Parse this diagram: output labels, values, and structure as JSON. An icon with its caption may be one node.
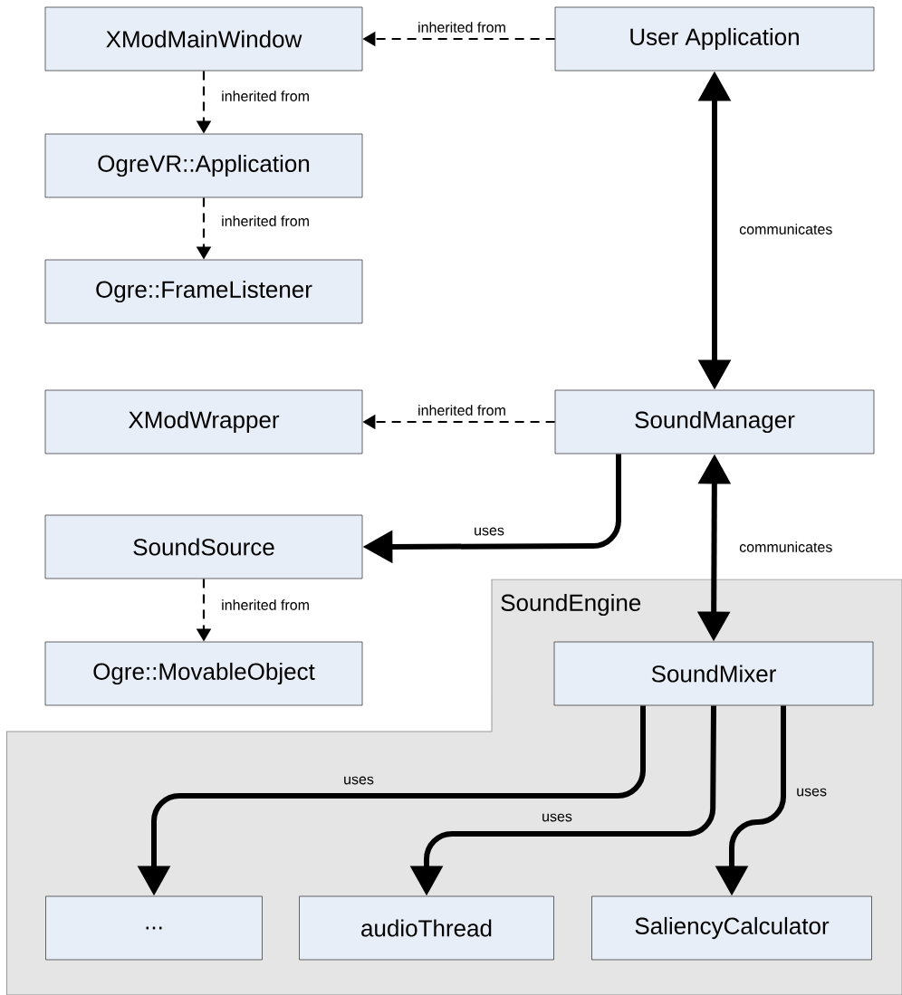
{
  "diagram": {
    "nodes": [
      {
        "text": [
          "XModMainWindow"
        ]
      },
      {
        "text": [
          "User Application"
        ]
      },
      {
        "text": [
          "OgreVR::Application"
        ]
      },
      {
        "text": [
          "Ogre::FrameListener"
        ]
      },
      {
        "text": [
          "XModWrapper"
        ]
      },
      {
        "text": [
          "SoundManager"
        ]
      },
      {
        "text": [
          "SoundSource"
        ]
      },
      {
        "text": [
          "Ogre::MovableObject"
        ]
      },
      {
        "text": [
          "SoundEngine"
        ]
      },
      {
        "text": [
          "SoundMixer"
        ],
        "in": 8
      },
      {
        "text": [
          "..."
        ],
        "in": 8
      },
      {
        "text": [
          "audioThread"
        ],
        "in": 8
      },
      {
        "text": [
          "SaliencyCalculator"
        ],
        "in": 8
      }
    ],
    "edges": [
      {
        "from": 1,
        "to": 0,
        "arrow": "to",
        "label": "inherited from",
        "style": "dashed"
      },
      {
        "from": 0,
        "to": 2,
        "arrow": "to",
        "label": "inherited from",
        "style": "dashed"
      },
      {
        "from": 2,
        "to": 3,
        "arrow": "to",
        "label": "inherited from",
        "style": "dashed"
      },
      {
        "from": 1,
        "to": 5,
        "arrow": "both",
        "label": "communicates"
      },
      {
        "from": 5,
        "to": 4,
        "arrow": "to",
        "label": "inherited from",
        "style": "dashed"
      },
      {
        "from": 5,
        "to": 6,
        "arrow": "to",
        "label": "uses"
      },
      {
        "from": 5,
        "to": 9,
        "arrow": "both",
        "label": "communicates"
      },
      {
        "from": 6,
        "to": 7,
        "arrow": "to",
        "label": "inherited from",
        "style": "dashed"
      },
      {
        "from": 9,
        "to": 10,
        "arrow": "to",
        "label": "uses"
      },
      {
        "from": 9,
        "to": 11,
        "arrow": "to",
        "label": "uses"
      },
      {
        "from": 9,
        "to": 12,
        "arrow": "to",
        "label": "uses"
      }
    ]
  }
}
